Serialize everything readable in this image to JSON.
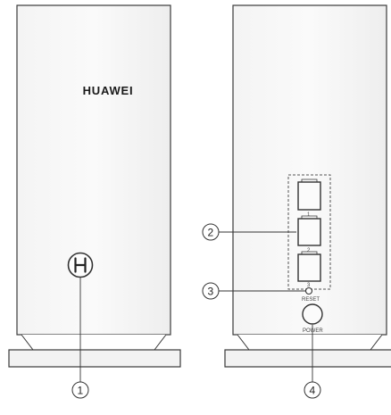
{
  "brand": "HUAWEI",
  "port_numbers": [
    "1",
    "2",
    "3"
  ],
  "reset_label": "RESET",
  "power_label": "POWER",
  "callouts": [
    "1",
    "2",
    "3",
    "4"
  ]
}
